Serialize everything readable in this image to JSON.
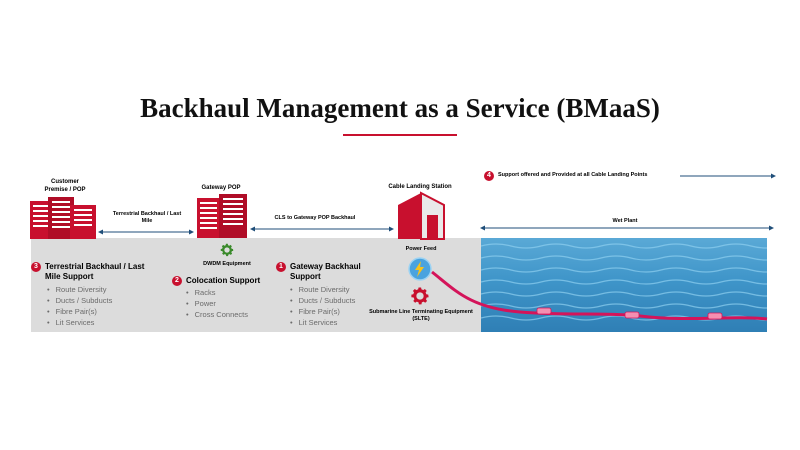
{
  "title": "Backhaul Management as a Service (BMaaS)",
  "labels": {
    "customer_premise": "Customer Premise / POP",
    "gateway_pop": "Gateway POP",
    "cable_landing_station": "Cable Landing Station",
    "terrestrial_arrow": "Terrestrial Backhaul / Last Mile",
    "cls_arrow": "CLS to Gateway POP Backhaul",
    "wet_plant": "Wet Plant",
    "support_note": "Support offered and Provided at all Cable Landing Points",
    "dwdm": "DWDM Equipment",
    "power_feed": "Power Feed",
    "slte": "Submarine Line Terminating Equipment (SLTE)"
  },
  "numbers": {
    "n1": "1",
    "n2": "2",
    "n3": "3",
    "n4": "4"
  },
  "sections": {
    "terrestrial": {
      "title": "Terrestrial Backhaul / Last Mile Support",
      "items": [
        "Route Diversity",
        "Ducts / Subducts",
        "Fibre Pair(s)",
        "Lit Services"
      ]
    },
    "colocation": {
      "title": "Colocation Support",
      "items": [
        "Racks",
        "Power",
        "Cross Connects"
      ]
    },
    "gateway": {
      "title": "Gateway Backhaul Support",
      "items": [
        "Route Diversity",
        "Ducts / Subducts",
        "Fibre Pair(s)",
        "Lit Services"
      ]
    }
  },
  "colors": {
    "accent": "#c8102e",
    "band": "#dcdcdc",
    "water": "#3f95c9",
    "arrow": "#1f4e79",
    "cable": "#d4145a"
  },
  "icons": [
    "building-icon",
    "gear-icon",
    "lightning-icon",
    "cable-landing-icon"
  ]
}
